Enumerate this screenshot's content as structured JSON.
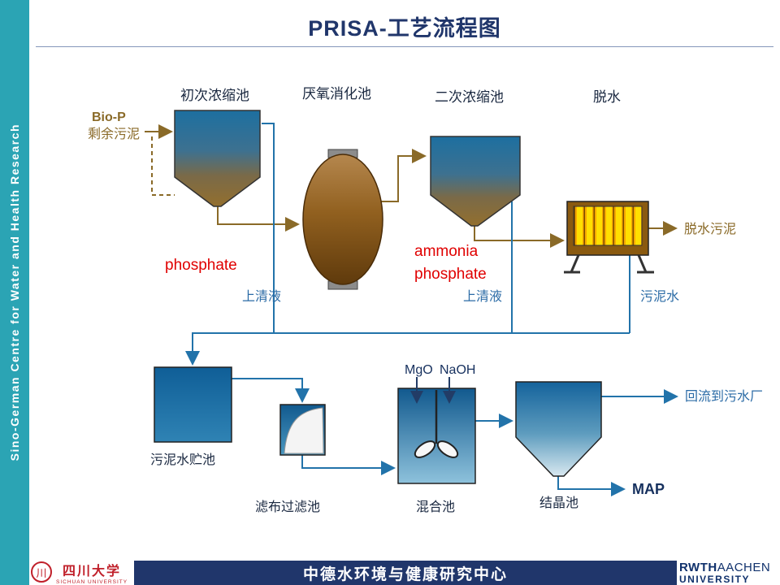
{
  "slide": {
    "title": "PRISA-工艺流程图",
    "sidebar_text": "Sino-German Centre for Water and Health Research",
    "footer_text": "中德水环境与健康研究中心"
  },
  "labels": {
    "primary_thickener": "初次浓缩池",
    "digester": "厌氧消化池",
    "secondary_thickener": "二次浓缩池",
    "dewatering": "脱水",
    "bio_p": "Bio-P",
    "surplus_sludge": "剩余污泥",
    "phosphate": "phosphate",
    "ammonia": "ammonia",
    "ammonia_phosphate": "phosphate",
    "supernatant_1": "上清液",
    "supernatant_2": "上清液",
    "sludge_water": "污泥水",
    "dewatered_sludge": "脱水污泥",
    "mgo": "MgO",
    "naoh": "NaOH",
    "storage_tank": "污泥水贮池",
    "cloth_filter": "滤布过滤池",
    "mixing_tank": "混合池",
    "crystallization_tank": "结晶池",
    "return_to_wwtp": "回流到污水厂",
    "map_product": "MAP"
  },
  "logos": {
    "scu_name": "四川大学",
    "scu_sub": "SICHUAN UNIVERSITY",
    "scu_seal_glyph": "川",
    "rwth": "RWTH",
    "aachen": "AACHEN",
    "university": "UNIVERSITY"
  },
  "colors": {
    "sidebar_teal": "#2ba4b4",
    "title_navy": "#20366b",
    "line_blue": "#2273aa",
    "line_brown": "#8a6a28",
    "chem_red": "#e00000"
  }
}
